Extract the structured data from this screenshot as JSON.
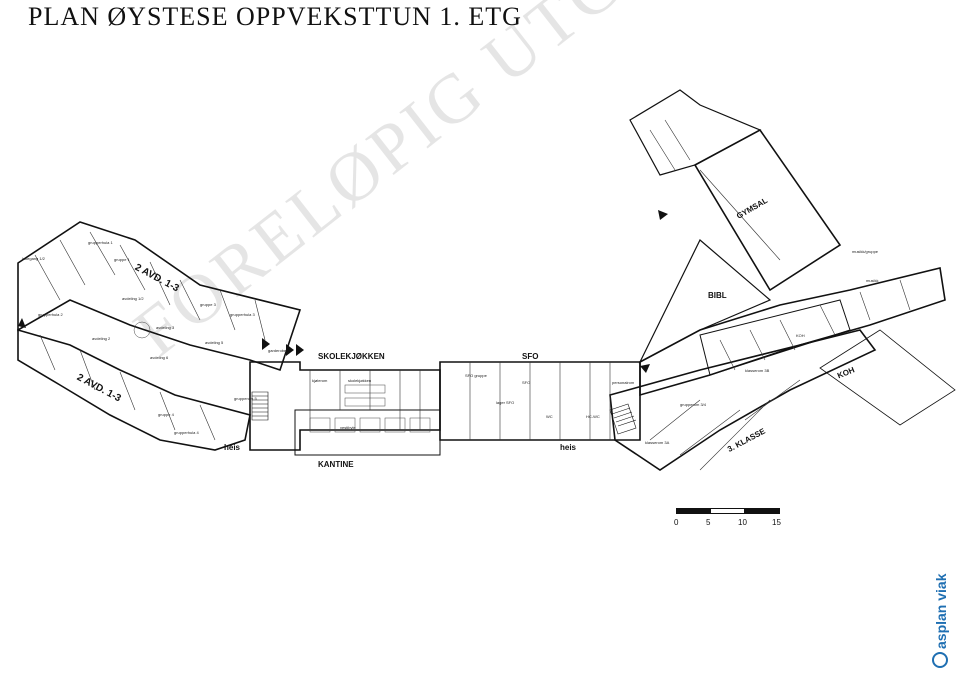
{
  "title": "PLAN ØYSTESE OPPVEKSTTUN 1. ETG",
  "watermark": "FORELØPIG UTGAVE",
  "zones": {
    "avd_top": "2 AVD. 1-3",
    "avd_bottom": "2 AVD. 1-3",
    "skolekjokken": "SKOLEKJØKKEN",
    "sfo": "SFO",
    "kantine": "KANTINE",
    "heis_left": "heis",
    "heis_right": "heis",
    "bibl": "BIBL",
    "gymsal": "GYMSAL",
    "koh": "KOH",
    "klasse": "3. KLASSE"
  },
  "rooms": [
    "grupperhula 1",
    "gruppe 1",
    "lekegang 1/2",
    "grupperhula 2",
    "avdeling 3",
    "avdeling 2",
    "avdeling 1/2",
    "grupperhula 3",
    "gruppe 3",
    "avdeling 5",
    "avdeling 6",
    "grupperhula 4",
    "gruppe 4",
    "grupperom 5",
    "SFO gruppe",
    "SFO",
    "lager SFO",
    "personalrom",
    "grupperom 3/4",
    "klasserom 3B",
    "klasserom 3A",
    "KOH",
    "musikk",
    "musikk/gruppe",
    "garderobe",
    "kjølerom",
    "skolekjøkken",
    "vestibyle",
    "WC",
    "HC-WC"
  ],
  "scale": {
    "ticks": [
      "0",
      "5",
      "10",
      "15"
    ]
  },
  "logo_text": "asplan viak"
}
